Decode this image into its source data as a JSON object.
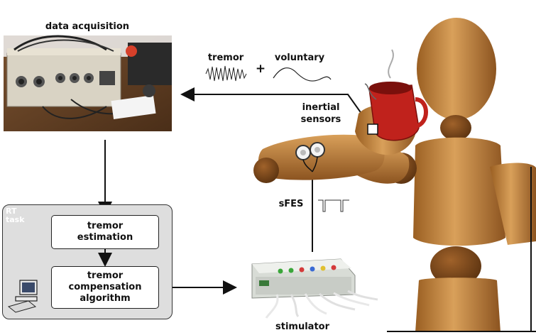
{
  "labels": {
    "data_acquisition": "data acquisition",
    "tremor": "tremor",
    "plus": "+",
    "voluntary": "voluntary",
    "inertial_sensors_line1": "inertial",
    "inertial_sensors_line2": "sensors",
    "sfes": "sFES",
    "stimulator": "stimulator"
  },
  "rt_task": {
    "line1": "RT",
    "line2": "task"
  },
  "nodes": {
    "estimation_line1": "tremor",
    "estimation_line2": "estimation",
    "compensation_line1": "tremor",
    "compensation_line2": "compensation",
    "compensation_line3": "algorithm"
  },
  "colors": {
    "wood": "#c8893f",
    "wood_dark": "#8a5520",
    "mug_red": "#c0221c",
    "box_bg": "#dedede",
    "device_beige": "#d9d3c4",
    "stimulator_body": "#d8dcd6"
  }
}
